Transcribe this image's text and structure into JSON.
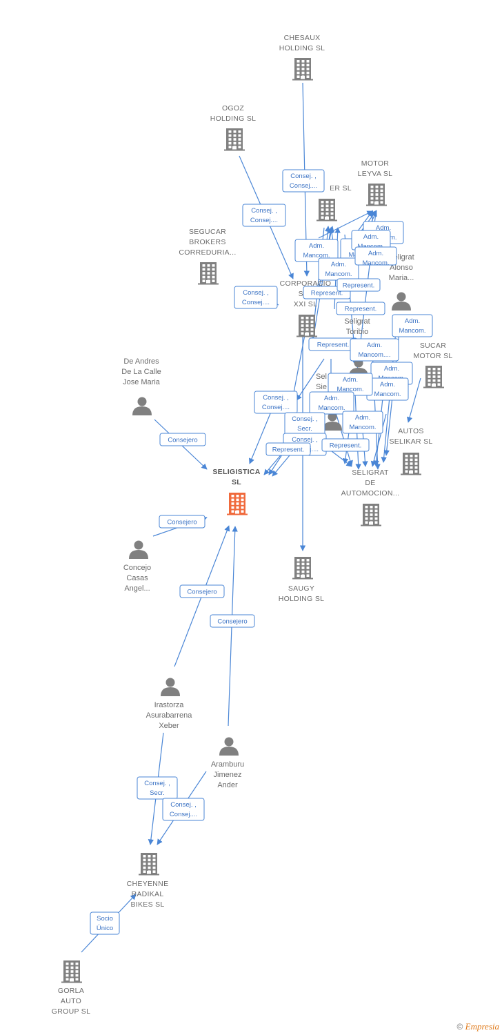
{
  "colors": {
    "edge": "#4a86d6",
    "node": "#808080",
    "focus": "#f06a3c"
  },
  "nodes": [
    {
      "id": "chesaux",
      "kind": "company",
      "label": [
        "CHESAUX",
        "HOLDING SL"
      ]
    },
    {
      "id": "ogoz",
      "kind": "company",
      "label": [
        "OGOZ",
        "HOLDING SL"
      ]
    },
    {
      "id": "motorleyva",
      "kind": "company",
      "label": [
        "MOTOR",
        "LEYVA  SL"
      ]
    },
    {
      "id": "er",
      "kind": "company",
      "label": [
        "ER  SL"
      ]
    },
    {
      "id": "segucar",
      "kind": "company",
      "label": [
        "SEGUCAR",
        "BROKERS",
        "CORREDURIA..."
      ]
    },
    {
      "id": "corporacion",
      "kind": "company",
      "label": [
        "CORPORACIO",
        "SEL",
        "XXI SL"
      ]
    },
    {
      "id": "seligratalonso",
      "kind": "person",
      "label": [
        "Seligrat",
        "Alonso",
        "Maria..."
      ]
    },
    {
      "id": "seligrattoribio",
      "kind": "person",
      "label": [
        "Seligrat",
        "Toribio"
      ]
    },
    {
      "id": "sucarmotor",
      "kind": "company",
      "label": [
        "SUCAR",
        "MOTOR  SL"
      ]
    },
    {
      "id": "selsie",
      "kind": "person",
      "label": [
        "Sel",
        "Sie"
      ]
    },
    {
      "id": "autosselikar",
      "kind": "company",
      "label": [
        "AUTOS",
        "SELIKAR SL"
      ]
    },
    {
      "id": "seligratauto",
      "kind": "company",
      "label": [
        "SELIGRAT",
        "DE",
        "AUTOMOCION..."
      ]
    },
    {
      "id": "deandres",
      "kind": "person",
      "label": [
        "De Andres",
        "De La Calle",
        "Jose Maria"
      ]
    },
    {
      "id": "seligistica",
      "kind": "focus",
      "label": [
        "SELIGISTICA",
        "SL"
      ]
    },
    {
      "id": "concejo",
      "kind": "person",
      "label": [
        "Concejo",
        "Casas",
        "Angel..."
      ]
    },
    {
      "id": "saugy",
      "kind": "company",
      "label": [
        "SAUGY",
        "HOLDING SL"
      ]
    },
    {
      "id": "irastorza",
      "kind": "person",
      "label": [
        "Irastorza",
        "Asurabarrena",
        "Xeber"
      ]
    },
    {
      "id": "aramburu",
      "kind": "person",
      "label": [
        "Aramburu",
        "Jimenez",
        "Ander"
      ]
    },
    {
      "id": "cheyenne",
      "kind": "company",
      "label": [
        "CHEYENNE",
        "RADIKAL",
        "BIKES SL"
      ]
    },
    {
      "id": "gorla",
      "kind": "company",
      "label": [
        "GORLA",
        "AUTO",
        "GROUP  SL"
      ]
    }
  ],
  "edge_labels": [
    [
      "Consej. ,",
      "Consej...."
    ],
    [
      "Consej. ,",
      "Consej...."
    ],
    [
      "Consej. ,",
      "Consej...."
    ],
    [
      "Adm.",
      "Mancom."
    ],
    [
      "Adm.",
      "Mancom."
    ],
    [
      "Adm.",
      "Mancom."
    ],
    [
      "Adm.",
      "Mancom."
    ],
    [
      "Adm.",
      "Mancom."
    ],
    [
      "Adm.",
      "Mancom."
    ],
    [
      "Represent."
    ],
    [
      "Represent."
    ],
    [
      "Represent."
    ],
    [
      "Represent."
    ],
    [
      "Adm.",
      "Mancom."
    ],
    [
      "Adm.",
      "Mancom...."
    ],
    [
      "Adm.",
      "Mancom."
    ],
    [
      "Adm.",
      "Mancom."
    ],
    [
      "Adm.",
      "Mancom."
    ],
    [
      "Consej. ,",
      "Consej...."
    ],
    [
      "Adm.",
      "Mancom."
    ],
    [
      "Consej. ,",
      "Secr."
    ],
    [
      "Consej. ,",
      "Consej...."
    ],
    [
      "Adm.",
      "Mancom."
    ],
    [
      "Represent."
    ],
    [
      "Represent."
    ],
    [
      "Consejero"
    ],
    [
      "Consejero"
    ],
    [
      "Consejero"
    ],
    [
      "Consejero"
    ],
    [
      "Consej. ,",
      "Secr."
    ],
    [
      "Consej. ,",
      "Consej...."
    ],
    [
      "Socio",
      "Único"
    ]
  ],
  "footer": {
    "copyright": "©",
    "brand": "Empresia"
  }
}
